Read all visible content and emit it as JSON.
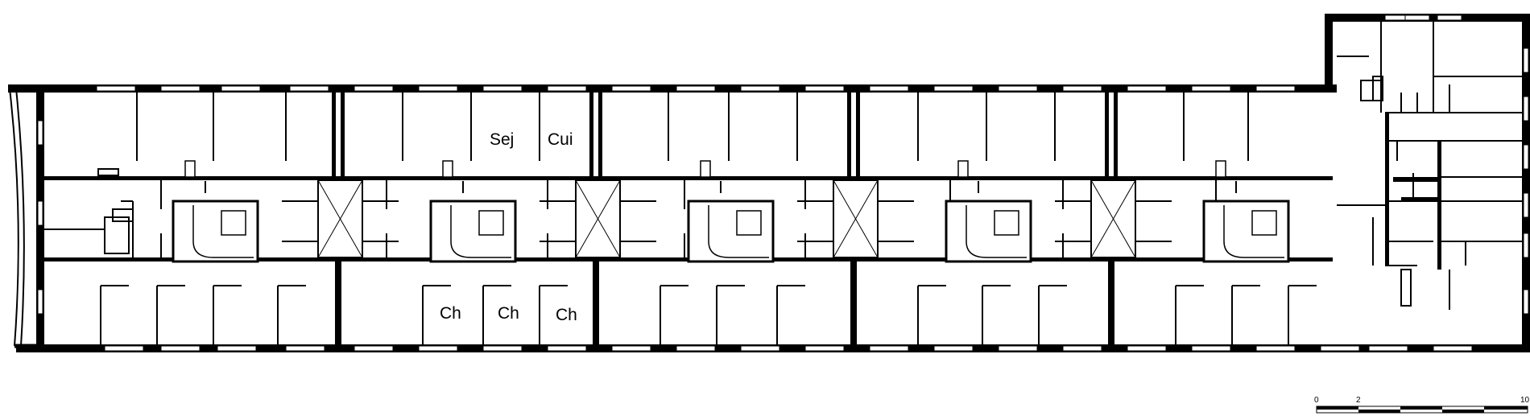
{
  "plan": {
    "room_labels": {
      "sej": "Sej",
      "cui": "Cui",
      "ch_1": "Ch",
      "ch_2": "Ch",
      "ch_3": "Ch"
    },
    "scale_bar": {
      "ticks": [
        "0",
        "2",
        "10"
      ]
    },
    "colors": {
      "wall": "#000000",
      "background": "#ffffff",
      "window": "#ffffff"
    }
  }
}
